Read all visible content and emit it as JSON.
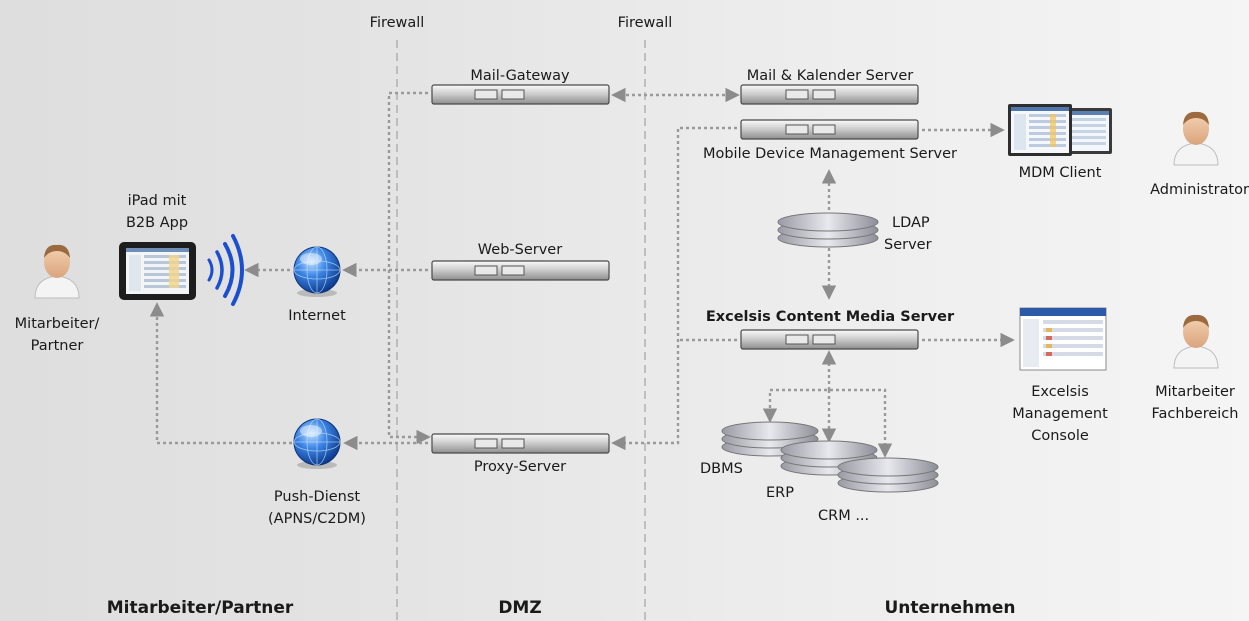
{
  "zones": {
    "left": "Mitarbeiter/Partner",
    "middle": "DMZ",
    "right": "Unternehmen"
  },
  "firewalls": {
    "left": "Firewall",
    "right": "Firewall"
  },
  "servers": {
    "mail_gateway": "Mail-Gateway",
    "web_server": "Web-Server",
    "proxy_server": "Proxy-Server",
    "mail_calendar": "Mail & Kalender Server",
    "mdm_server": "Mobile Device Management Server",
    "ecms": "Excelsis Content Media Server"
  },
  "nodes": {
    "ipad": [
      "iPad mit",
      "B2B App"
    ],
    "internet": "Internet",
    "push": [
      "Push-Dienst",
      "(APNS/C2DM)"
    ],
    "mdm_client": "MDM Client",
    "ldap": [
      "LDAP",
      "Server"
    ],
    "emc": [
      "Excelsis",
      "Management",
      "Console"
    ],
    "dbms": "DBMS",
    "erp": "ERP",
    "crm": "CRM ..."
  },
  "people": {
    "partner": [
      "Mitarbeiter/",
      "Partner"
    ],
    "admin": "Administrator",
    "fachbereich": [
      "Mitarbeiter",
      "Fachbereich"
    ]
  },
  "colors": {
    "connector": "#9a9a9a",
    "firewall": "#a8a8a8",
    "globe": "#1f5fc4",
    "wifi": "#1a4fd0"
  }
}
